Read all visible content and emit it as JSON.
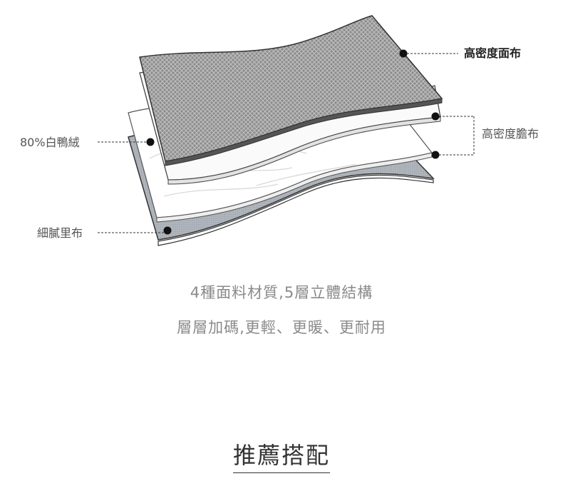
{
  "layers": {
    "outer_fabric": "高密度面布",
    "down_proof_fabric": "高密度膽布",
    "filling": "80%白鴨絨",
    "lining": "細膩里布"
  },
  "description": {
    "line1": "4種面料材質,5層立體結構",
    "line2": "層層加碼,更輕、更暖、更耐用"
  },
  "section_heading": "推薦搭配"
}
